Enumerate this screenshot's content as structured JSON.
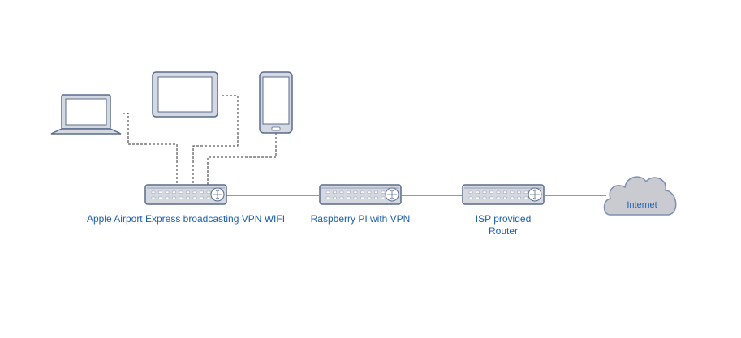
{
  "diagram": {
    "nodes": {
      "laptop": {
        "icon": "laptop-icon"
      },
      "tablet": {
        "icon": "tablet-icon"
      },
      "phone": {
        "icon": "phone-icon"
      },
      "airport": {
        "icon": "router-icon",
        "label": "Apple Airport Express broadcasting VPN WIFI"
      },
      "raspberry": {
        "icon": "router-icon",
        "label": "Raspberry PI with VPN"
      },
      "isp_router": {
        "icon": "router-icon",
        "label_line1": "ISP provided",
        "label_line2": "Router"
      },
      "internet": {
        "icon": "cloud-icon",
        "label": "Internet"
      }
    },
    "connections": [
      {
        "from": "laptop",
        "to": "airport",
        "style": "dashed"
      },
      {
        "from": "tablet",
        "to": "airport",
        "style": "dashed"
      },
      {
        "from": "phone",
        "to": "airport",
        "style": "dashed"
      },
      {
        "from": "airport",
        "to": "raspberry",
        "style": "solid"
      },
      {
        "from": "raspberry",
        "to": "isp_router",
        "style": "solid"
      },
      {
        "from": "isp_router",
        "to": "internet",
        "style": "solid"
      }
    ]
  },
  "colors": {
    "device_fill": "#d4d8e1",
    "device_stroke": "#5b6b8c",
    "label_text": "#1a5fb4",
    "cloud_fill": "#c9cbd0",
    "cloud_stroke": "#7d8fb0",
    "line": "#333333"
  }
}
